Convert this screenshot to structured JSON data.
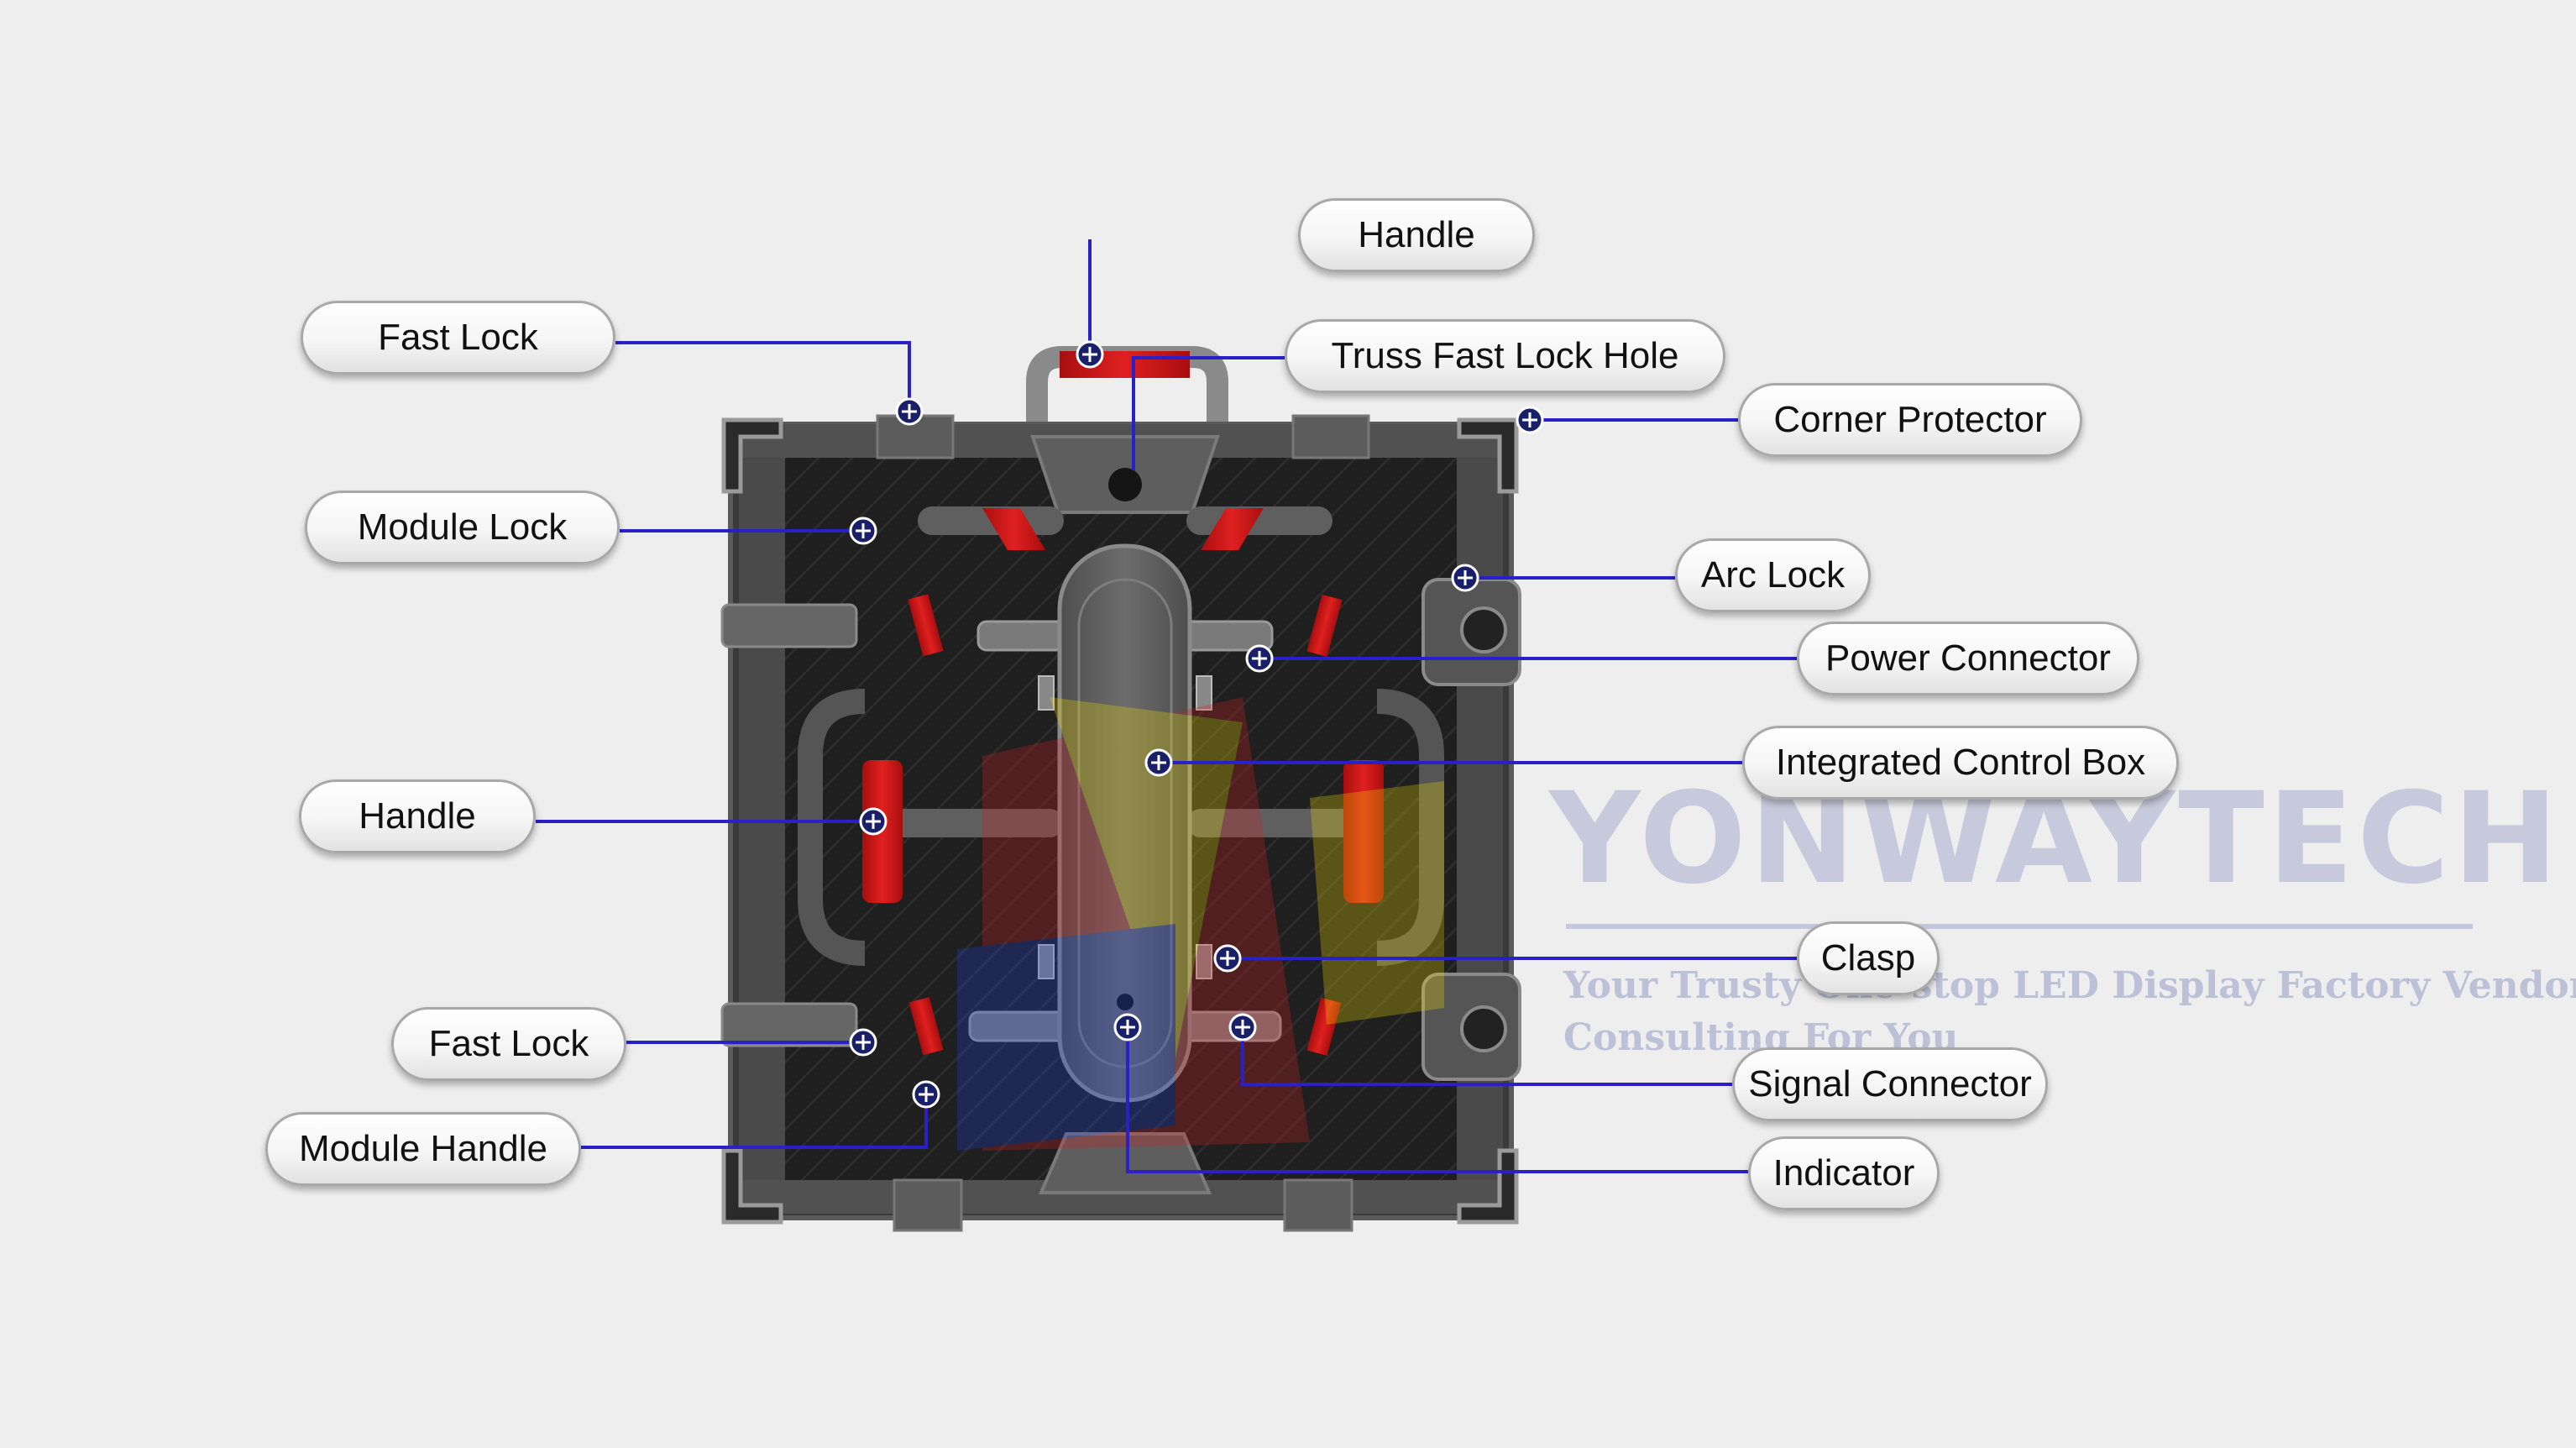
{
  "labels": {
    "handle_top": "Handle",
    "fast_lock_top": "Fast Lock",
    "truss_fast_lock_hole": "Truss Fast Lock Hole",
    "corner_protector": "Corner Protector",
    "module_lock": "Module Lock",
    "arc_lock": "Arc Lock",
    "power_connector": "Power Connector",
    "integrated_control_box": "Integrated Control Box",
    "handle_left": "Handle",
    "clasp": "Clasp",
    "fast_lock_bottom": "Fast Lock",
    "signal_connector": "Signal Connector",
    "module_handle": "Module Handle",
    "indicator": "Indicator"
  },
  "watermark": {
    "brand": "YONWAYTECH",
    "line1": "Your Trusty One-stop LED Display Factory Vendor",
    "line2": "Consulting For You"
  },
  "colors": {
    "background": "#eeeeee",
    "leader_line": "#2a20c8",
    "handle_red": "#d41818",
    "frame_dark": "#3f3f3f"
  }
}
